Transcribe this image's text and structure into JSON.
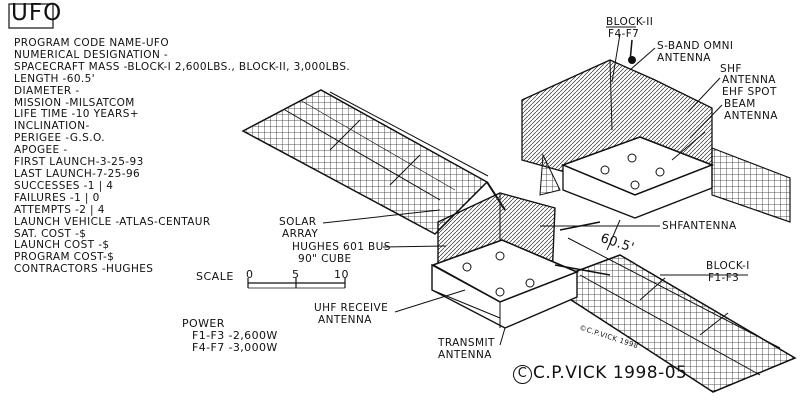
{
  "title": "UFO",
  "specs": [
    "PROGRAM CODE NAME-UFO",
    "NUMERICAL DESIGNATION -",
    "SPACECRAFT MASS -BLOCK-I 2,600LBS., BLOCK-II, 3,000LBS.",
    "LENGTH   -60.5'",
    "DIAMETER -",
    "MISSION   -MILSATCOM",
    "LIFE TIME -10 YEARS+",
    "INCLINATION-",
    "PERIGEE    -G.S.O.",
    "APOGEE     -",
    "FIRST LAUNCH-3-25-93",
    "LAST LAUNCH-7-25-96",
    "SUCCESSES  -1 | 4",
    "FAILURES   -1 | 0",
    "ATTEMPTS   -2 | 4",
    "LAUNCH VEHICLE -ATLAS-CENTAUR",
    "SAT. COST      -$",
    "LAUNCH COST  -$",
    "PROGRAM COST-$",
    "CONTRACTORS -HUGHES"
  ],
  "power": {
    "heading": "POWER",
    "lines": [
      "F1-F3  -2,600W",
      "F4-F7  -3,000W"
    ]
  },
  "scale": {
    "label": "SCALE",
    "ticks": [
      "0",
      "5",
      "10"
    ]
  },
  "labels": {
    "block2": "BLOCK-II",
    "block2_range": "F4-F7",
    "sband": [
      "S-BAND OMNI",
      "ANTENNA"
    ],
    "shf": [
      "SHF",
      "ANTENNA"
    ],
    "ehf": [
      "EHF SPOT",
      "BEAM",
      "ANTENNA"
    ],
    "solar": [
      "SOLAR",
      "ARRAY"
    ],
    "bus": [
      "HUGHES 601 BUS",
      "90\" CUBE"
    ],
    "shf_antenna": "SHFANTENNA",
    "length": "60.5'",
    "block1": "BLOCK-I",
    "block1_range": "F1-F3",
    "uhf": [
      "UHF RECEIVE",
      "ANTENNA"
    ],
    "transmit": [
      "TRANSMIT",
      "ANTENNA"
    ],
    "signature": "©C.P.VICK 1998"
  },
  "credit": {
    "symbol": "C",
    "text": "C.P.VICK 1998-05"
  }
}
